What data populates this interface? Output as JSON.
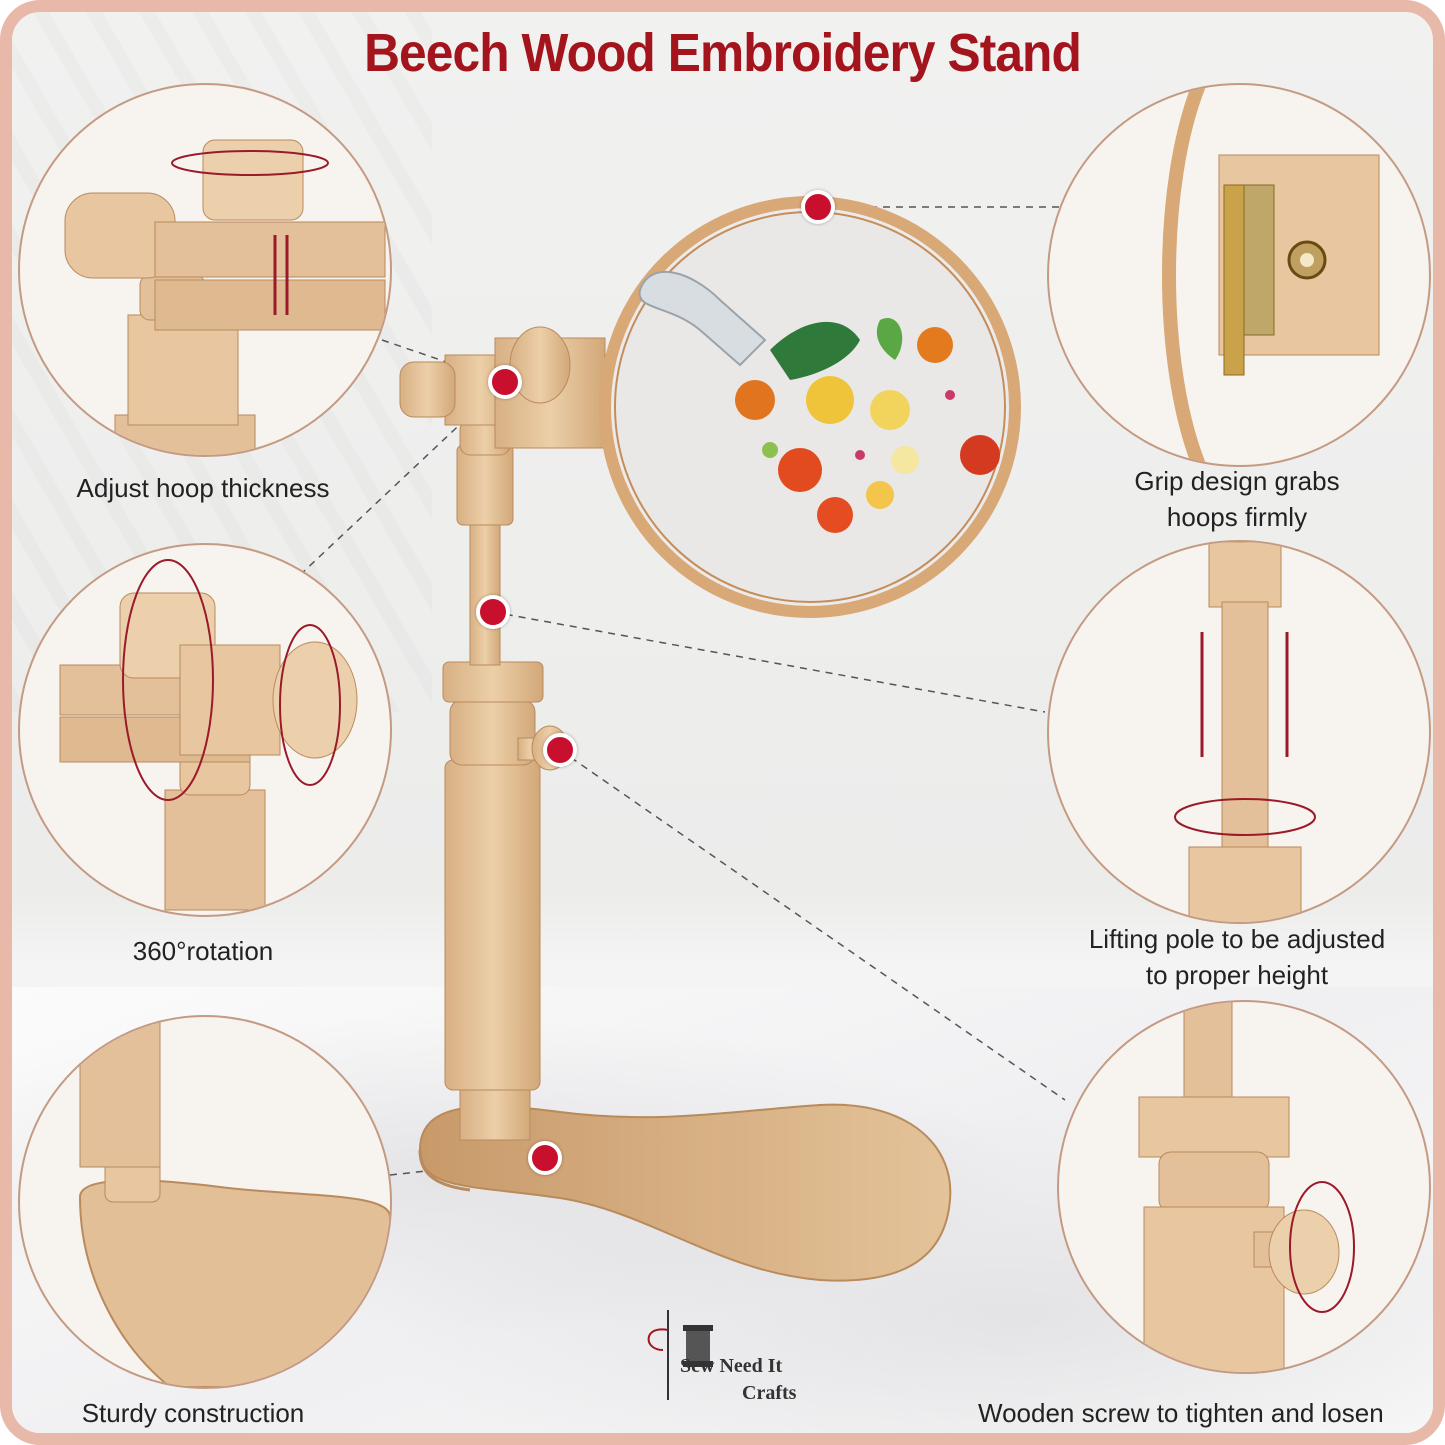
{
  "title": "Beech Wood Embroidery Stand",
  "callouts": [
    {
      "id": "hoop-thickness",
      "label": "Adjust hoop thickness"
    },
    {
      "id": "rotation",
      "label": "360°rotation"
    },
    {
      "id": "sturdy",
      "label": "Sturdy construction"
    },
    {
      "id": "grip",
      "label_line1": "Grip design grabs",
      "label_line2": "hoops firmly"
    },
    {
      "id": "lifting-pole",
      "label_line1": "Lifting pole to be adjusted",
      "label_line2": "to proper height"
    },
    {
      "id": "wooden-screw",
      "label": "Wooden screw to tighten and losen"
    }
  ],
  "brand": {
    "line1": "Sew Need It",
    "line2": "Crafts"
  },
  "colors": {
    "title": "#a3141d",
    "accent_dot": "#c8102e",
    "wood": "#e2bf96",
    "frame": "#e8b8a8"
  }
}
